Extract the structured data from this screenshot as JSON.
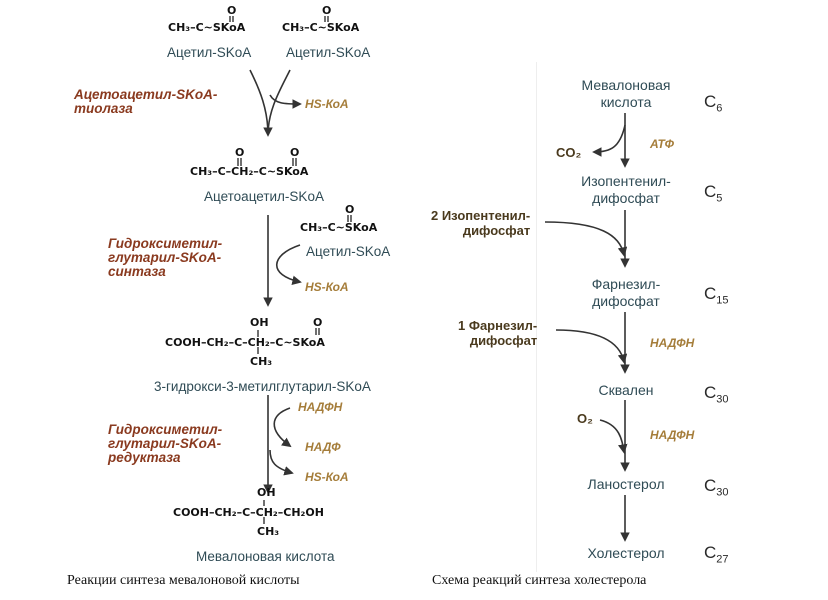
{
  "left": {
    "formulas": {
      "acetyl_1": "CH₃–C~SKoA",
      "acetyl_2": "CH₃–C~SKoA",
      "acetoacetyl": "CH₃–C–CH₂–C~SKoA",
      "acetyl_3": "CH₃–C~SKoA",
      "hmg_main": "COOH–CH₂–C–CH₂–C~SKoA",
      "hmg_oh": "OH",
      "hmg_ch3": "CH₃",
      "mev_main": "COOH–CH₂–C–CH₂–CH₂OH",
      "mev_oh": "OH",
      "mev_ch3": "CH₃",
      "o_atom": "O"
    },
    "labels": {
      "acetyl_1": "Ацетил-SKoA",
      "acetyl_2": "Ацетил-SKoA",
      "acetoacetyl": "Ацетоацетил-SKoA",
      "acetyl_3": "Ацетил-SKoA",
      "hmg": "3-гидрокси-3-метилглутарил-SKoA",
      "mevalonic": "Мевалоновая кислота"
    },
    "enzymes": {
      "thiolase": "Ацетоацетил-SKoA-\nтиолаза",
      "synthase": "Гидроксиметил-\nглутарил-SKoA-\nсинтаза",
      "reductase": "Гидроксиметил-\nглутарил-SKoA-\nредуктаза"
    },
    "cofactors": {
      "hs1": "HS-КоА",
      "hs2": "HS-КоА",
      "nadph": "НАДФН",
      "nadp": "НАДФ",
      "hs3": "HS-КоА"
    },
    "caption": "Реакции синтеза мевалоновой кислоты"
  },
  "right": {
    "compounds": {
      "mevalonic": "Мевалоновая\nкислота",
      "ipp": "Изопентенил-\nдифосфат",
      "fpp": "Фарнезил-\nдифосфат",
      "squalene": "Сквален",
      "lanosterol": "Ланостерол",
      "cholesterol": "Холестерол"
    },
    "carbons": {
      "mevalonic": "6",
      "ipp": "5",
      "fpp": "15",
      "squalene": "30",
      "lanosterol": "30",
      "cholesterol": "27"
    },
    "carbon_letter": "C",
    "inputs": {
      "ipp2": "2 Изопентенил-\nдифосфат",
      "fpp1": "1 Фарнезил-\nдифосфат",
      "o2": "O₂",
      "co2": "CO₂"
    },
    "cofactors": {
      "atp": "АТФ",
      "nadph1": "НАДФН",
      "nadph2": "НАДФН"
    },
    "caption": "Схема реакций синтеза холестерола"
  }
}
